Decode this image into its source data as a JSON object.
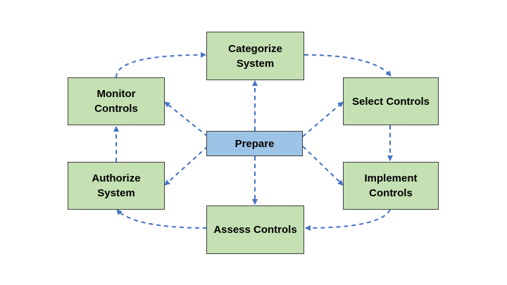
{
  "colors": {
    "green_box": "#c5e0b3",
    "blue_box": "#9dc3e6",
    "arrow": "#4472c4",
    "border": "#404040"
  },
  "nodes": {
    "categorize": "Categorize\nSystem",
    "select": "Select Controls",
    "implement": "Implement\nControls",
    "assess": "Assess Controls",
    "authorize": "Authorize\nSystem",
    "monitor": "Monitor\nControls",
    "prepare": "Prepare"
  },
  "edges": [
    {
      "from": "categorize",
      "to": "select",
      "style": "dashed-arrow"
    },
    {
      "from": "select",
      "to": "implement",
      "style": "dashed-arrow"
    },
    {
      "from": "implement",
      "to": "assess",
      "style": "dashed-arrow"
    },
    {
      "from": "assess",
      "to": "authorize",
      "style": "dashed-arrow"
    },
    {
      "from": "authorize",
      "to": "monitor",
      "style": "dashed-arrow"
    },
    {
      "from": "monitor",
      "to": "categorize",
      "style": "dashed-arrow"
    },
    {
      "from": "prepare",
      "to": "categorize",
      "style": "dashed-arrow"
    },
    {
      "from": "prepare",
      "to": "select",
      "style": "dashed-arrow"
    },
    {
      "from": "prepare",
      "to": "implement",
      "style": "dashed-arrow"
    },
    {
      "from": "prepare",
      "to": "assess",
      "style": "dashed-arrow"
    },
    {
      "from": "prepare",
      "to": "authorize",
      "style": "dashed-arrow"
    },
    {
      "from": "prepare",
      "to": "monitor",
      "style": "dashed-arrow"
    }
  ]
}
